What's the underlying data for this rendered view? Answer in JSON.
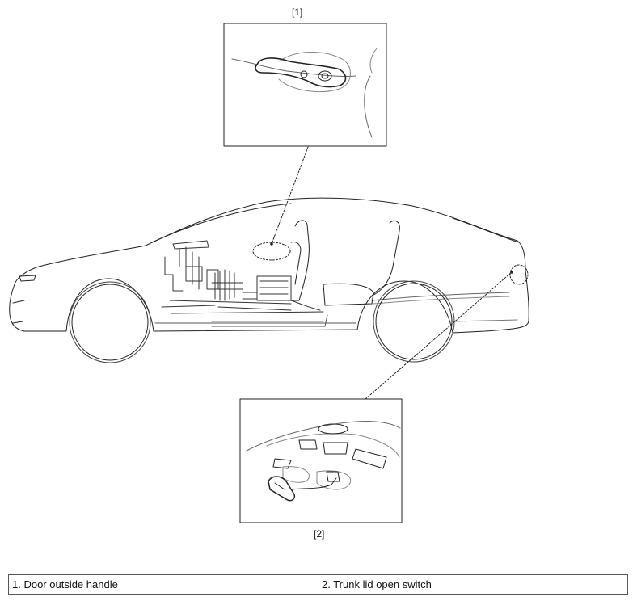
{
  "callouts": {
    "top_label": "[1]",
    "bottom_label": "[2]"
  },
  "legend": {
    "items": [
      "1. Door outside handle",
      "2. Trunk lid open switch"
    ]
  }
}
